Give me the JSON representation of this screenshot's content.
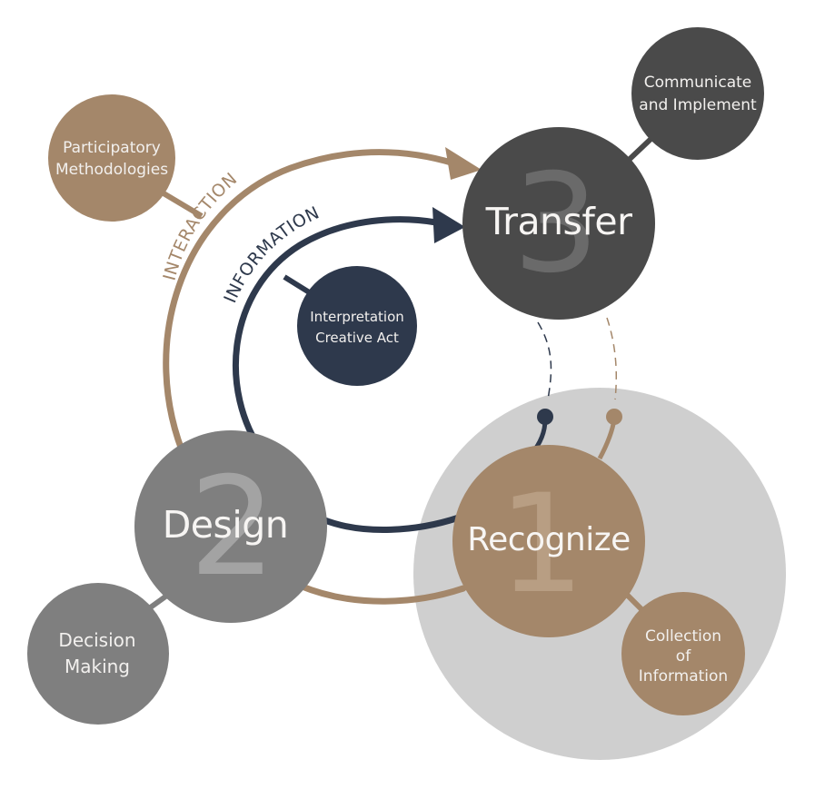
{
  "colors": {
    "dark_gray": "#4a4a4a",
    "mid_gray": "#7f7f7f",
    "tan": "#a4876a",
    "navy": "#2e394c",
    "light_gray_bg": "#cfcfcf",
    "white": "#ffffff"
  },
  "stages": {
    "recognize": {
      "number": "1",
      "label": "Recognize"
    },
    "design": {
      "number": "2",
      "label": "Design"
    },
    "transfer": {
      "number": "3",
      "label": "Transfer"
    }
  },
  "satellites": {
    "participatory": {
      "line1": "Participatory",
      "line2": "Methodologies"
    },
    "communicate": {
      "line1": "Communicate",
      "line2": "and Implement"
    },
    "interpretation": {
      "line1": "Interpretation",
      "line2": "Creative Act"
    },
    "decision": {
      "line1": "Decision",
      "line2": "Making"
    },
    "collection": {
      "line1": "Collection",
      "line2": "of",
      "line3": "Information"
    }
  },
  "arcs": {
    "interaction": "INTERACTION",
    "information": "INFORMATION"
  }
}
